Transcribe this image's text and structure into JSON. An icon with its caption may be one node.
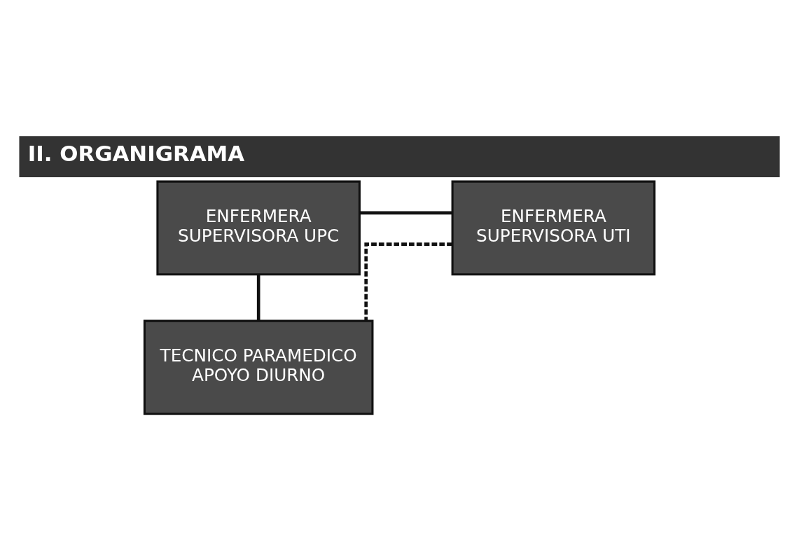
{
  "diagram": {
    "title": "II. ORGANIGRAMA",
    "nodes": [
      {
        "text": [
          "ENFERMERA SUPERVISORA UPC"
        ]
      },
      {
        "text": [
          "ENFERMERA SUPERVISORA UTI"
        ]
      },
      {
        "text": [
          "TECNICO PARAMEDICO APOYO DIURNO"
        ]
      }
    ],
    "edges": [
      {
        "from": 0,
        "to": 1,
        "arrow": "none"
      },
      {
        "from": 0,
        "to": 2,
        "arrow": "none"
      },
      {
        "from": 1,
        "to": 2,
        "arrow": "none",
        "style": "dashed"
      }
    ]
  }
}
